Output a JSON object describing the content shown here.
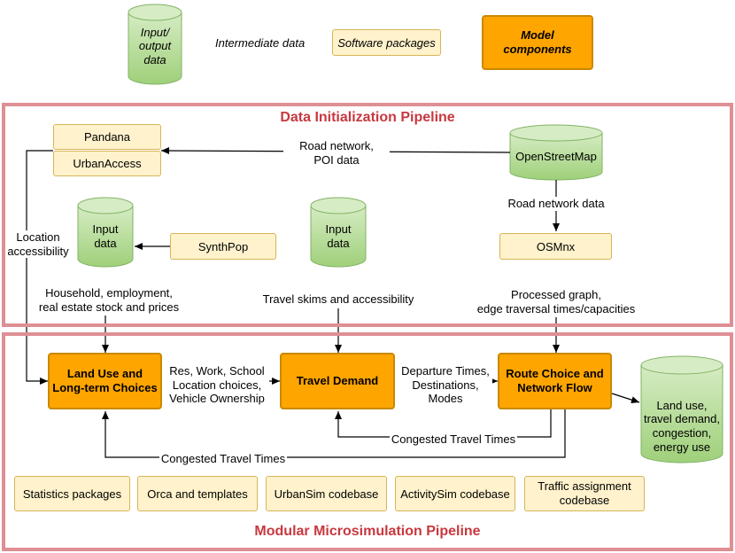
{
  "legend": {
    "io_data": "Input/\noutput\ndata",
    "intermediate": "Intermediate data",
    "software": "Software packages",
    "model": "Model\ncomponents"
  },
  "init_pipeline": {
    "title": "Data Initialization Pipeline",
    "pandana": "Pandana",
    "urbanaccess": "UrbanAccess",
    "openstreetmap": "OpenStreetMap",
    "road_network_poi": "Road network,\nPOI data",
    "road_network_data": "Road network data",
    "osmnx": "OSMnx",
    "input_data_left": "Input\ndata",
    "synthpop": "SynthPop",
    "input_data_mid": "Input\ndata",
    "location_accessibility": "Location\naccessibility",
    "household_label": "Household, employment,\nreal estate stock and prices",
    "travel_skims_label": "Travel skims and accessibility",
    "processed_graph_label": "Processed graph,\nedge traversal times/capacities"
  },
  "micro_pipeline": {
    "title": "Modular Microsimulation Pipeline",
    "land_use": "Land Use and\nLong-term Choices",
    "travel_demand": "Travel Demand",
    "route_choice": "Route Choice and\nNetwork Flow",
    "res_work_label": "Res, Work, School\nLocation choices,\nVehicle Ownership",
    "departure_label": "Departure Times,\nDestinations,\nModes",
    "output_data": "Land use,\ntravel demand,\ncongestion,\nenergy use",
    "congested_inner": "Congested Travel Times",
    "congested_outer": "Congested Travel Times",
    "packages": [
      "Statistics packages",
      "Orca and templates",
      "UrbanSim codebase",
      "ActivitySim codebase",
      "Traffic assignment\ncodebase"
    ]
  },
  "colors": {
    "pipeline_border": "#de8f94",
    "pipeline_title": "#c8383f",
    "model_fill": "#ffa500",
    "software_fill": "#fff2cc",
    "cylinder_fill": "#b5dc96"
  }
}
